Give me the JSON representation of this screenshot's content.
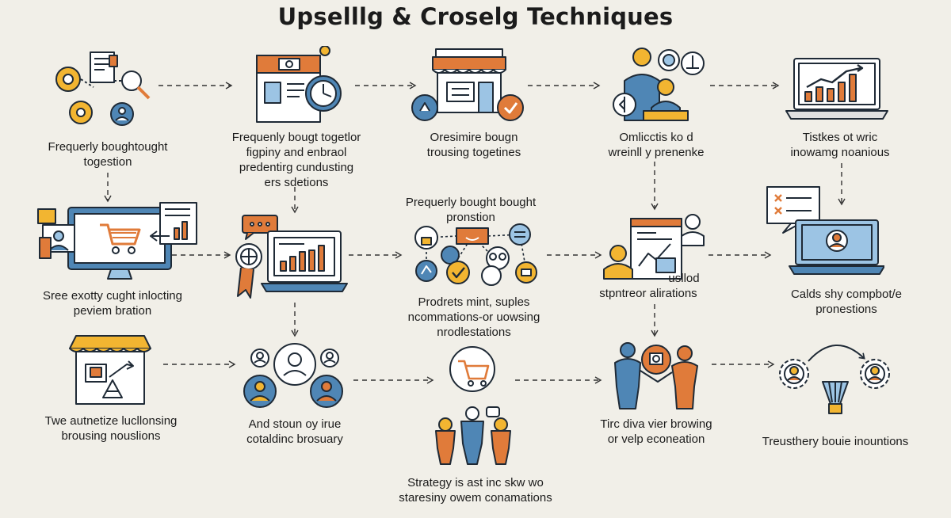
{
  "title": "Upselllg & Croselg Techniques",
  "colors": {
    "orange": "#e07b3a",
    "yellow": "#f2b531",
    "blue": "#4f86b5",
    "lightblue": "#9cc4e4",
    "dark": "#1f2a36",
    "bg": "#f1efe8"
  },
  "nodes": [
    {
      "id": "n1",
      "icon": "gears-document-icon",
      "caption": [
        "Frequerly boughtought",
        "togestion"
      ]
    },
    {
      "id": "n2",
      "icon": "store-clock-icon",
      "caption": [
        "Frequenly bougt togetlor",
        "figpiny and enbraol",
        "predentirg cundusting",
        "ers sdetions"
      ]
    },
    {
      "id": "n3",
      "icon": "shop-front-icon",
      "caption": [
        "Oresimire bougn",
        "trousing togetines"
      ]
    },
    {
      "id": "n4",
      "icon": "people-chart-icon",
      "caption": [
        "Omlicctis ko d",
        "wreinll y prenenke"
      ]
    },
    {
      "id": "n5",
      "icon": "laptop-growth-icon",
      "caption": [
        "Tistkes ot wric",
        "inowamg noanious"
      ]
    },
    {
      "id": "n6",
      "icon": "monitor-cart-icon",
      "caption": [
        "Sree exotty cught inlocting",
        "peviem bration"
      ]
    },
    {
      "id": "n7",
      "icon": "laptop-award-icon",
      "caption": []
    },
    {
      "id": "n8",
      "icon": "network-icons",
      "caption": [
        "Prodrets mint, suples",
        "ncommations-or uowsing",
        "nrodlestations"
      ]
    },
    {
      "id": "n9",
      "icon": "document-people-icon",
      "caption": [
        "usllod",
        "stpntreor alirations"
      ]
    },
    {
      "id": "n10",
      "icon": "laptop-user-icon",
      "caption": [
        "Calds shy compbot/e",
        "pronestions"
      ]
    },
    {
      "id": "n11",
      "icon": "stall-chart-icon",
      "caption": [
        "Twe autnetize lucllonsing",
        "brousing nouslions"
      ]
    },
    {
      "id": "n12",
      "icon": "users-circles-icon",
      "caption": [
        "And stoun oy irue",
        "cotaldinc brosuary"
      ]
    },
    {
      "id": "n13",
      "icon": "cart-people-icon",
      "caption": [
        "Strategy is ast inc skw wo",
        "staresiny owem conamations"
      ]
    },
    {
      "id": "n14",
      "icon": "couple-chat-icon",
      "caption": [
        "Tirc diva vier browing",
        "or velp econeation"
      ]
    },
    {
      "id": "n15",
      "icon": "gears-cycle-icon",
      "caption": [
        "Treusthery bouie inountions"
      ]
    }
  ],
  "mid_label": [
    "Prequerly bought bought",
    "pronstion"
  ]
}
